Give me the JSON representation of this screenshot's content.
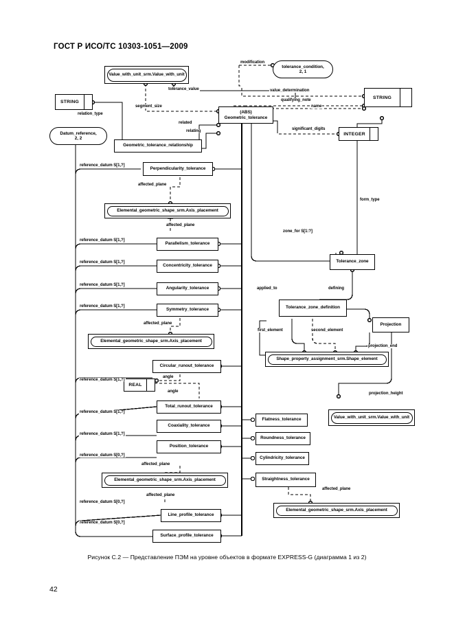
{
  "document": {
    "standard_header": "ГОСТ Р ИСО/ТС 10303-1051—2009",
    "page_number": "42",
    "figure_caption": "Рисунок  C.2 — Представление ПЭМ на уровне объектов в формате EXPRESS-G (диаграмма 1 из 2)"
  },
  "diagram": {
    "type": "EXPRESS-G entity-level diagram",
    "entities": [
      {
        "id": "value_with_unit_top",
        "label": "Value_with_unit_srm.Value_with_unit",
        "kind": "imported"
      },
      {
        "id": "string_left",
        "label": "STRING",
        "kind": "simple-type"
      },
      {
        "id": "datum_reference",
        "label": "Datum_reference,",
        "label2": "2, 2",
        "kind": "defined-type"
      },
      {
        "id": "tolerance_condition",
        "label": "tolerance_condition,",
        "label2": "2, 1",
        "kind": "defined-type"
      },
      {
        "id": "string_right",
        "label": "STRING",
        "kind": "simple-type"
      },
      {
        "id": "integer_right",
        "label": "INTEGER",
        "kind": "simple-type"
      },
      {
        "id": "geometric_tolerance",
        "label": "(ABS)",
        "label2": "Geometric_tolerance",
        "kind": "abstract-entity"
      },
      {
        "id": "geom_tol_relationship",
        "label": "Geometric_tolerance_relationship",
        "kind": "entity"
      },
      {
        "id": "perpendicularity",
        "label": "Perpendicularity_tolerance",
        "kind": "entity"
      },
      {
        "id": "axis_placement_1",
        "label": "Elemental_geometric_shape_srm.Axis_placement",
        "kind": "imported"
      },
      {
        "id": "parallelism",
        "label": "Parallelism_tolerance",
        "kind": "entity"
      },
      {
        "id": "concentricity",
        "label": "Concentricity_tolerance",
        "kind": "entity"
      },
      {
        "id": "angularity",
        "label": "Angularity_tolerance",
        "kind": "entity"
      },
      {
        "id": "symmetry",
        "label": "Symmetry_tolerance",
        "kind": "entity"
      },
      {
        "id": "axis_placement_2",
        "label": "Elemental_geometric_shape_srm.Axis_placement",
        "kind": "imported"
      },
      {
        "id": "circular_runout",
        "label": "Circular_runout_tolerance",
        "kind": "entity"
      },
      {
        "id": "real_box",
        "label": "REAL",
        "kind": "simple-type"
      },
      {
        "id": "total_runout",
        "label": "Total_runout_tolerance",
        "kind": "entity"
      },
      {
        "id": "coaxiality",
        "label": "Coaxiality_tolerance",
        "kind": "entity"
      },
      {
        "id": "position_tolerance",
        "label": "Position_tolerance",
        "kind": "entity"
      },
      {
        "id": "axis_placement_3",
        "label": "Elemental_geometric_shape_srm.Axis_placement",
        "kind": "imported"
      },
      {
        "id": "line_profile",
        "label": "Line_profile_tolerance",
        "kind": "entity"
      },
      {
        "id": "surface_profile",
        "label": "Surface_profile_tolerance",
        "kind": "entity"
      },
      {
        "id": "tolerance_zone",
        "label": "Tolerance_zone",
        "kind": "entity"
      },
      {
        "id": "tolerance_zone_def",
        "label": "Tolerance_zone_definition",
        "kind": "entity"
      },
      {
        "id": "projection",
        "label": "Projection",
        "kind": "entity"
      },
      {
        "id": "shape_element",
        "label": "Shape_property_assignment_srm.Shape_element",
        "kind": "imported"
      },
      {
        "id": "value_with_unit_bottom",
        "label": "Value_with_unit_srm.Value_with_unit",
        "kind": "imported"
      },
      {
        "id": "flatness",
        "label": "Flatness_tolerance",
        "kind": "entity"
      },
      {
        "id": "roundness",
        "label": "Roundness_tolerance",
        "kind": "entity"
      },
      {
        "id": "cylindricity",
        "label": "Cylindricity_tolerance",
        "kind": "entity"
      },
      {
        "id": "straightness",
        "label": "Straightness_tolerance",
        "kind": "entity"
      },
      {
        "id": "axis_placement_4",
        "label": "Elemental_geometric_shape_srm.Axis_placement",
        "kind": "imported"
      }
    ],
    "edge_labels": [
      {
        "id": "tolerance_value",
        "text": "tolerance_value"
      },
      {
        "id": "segment_size",
        "text": "segment_size"
      },
      {
        "id": "relation_type",
        "text": "relation_type"
      },
      {
        "id": "modification",
        "text": "modification"
      },
      {
        "id": "value_determination",
        "text": "value_determination"
      },
      {
        "id": "qualifying_note",
        "text": "qualifying_note"
      },
      {
        "id": "name",
        "text": "name"
      },
      {
        "id": "significant_digits",
        "text": "significant_digits"
      },
      {
        "id": "related",
        "text": "related"
      },
      {
        "id": "relating",
        "text": "relating"
      },
      {
        "id": "ref_datum_1",
        "text": "reference_datum S[1,?]"
      },
      {
        "id": "affected_plane_1",
        "text": "affected_plane"
      },
      {
        "id": "affected_plane_2",
        "text": "affected_plane"
      },
      {
        "id": "ref_datum_2",
        "text": "reference_datum S[1,?]"
      },
      {
        "id": "ref_datum_3",
        "text": "reference_datum S[1,?]"
      },
      {
        "id": "ref_datum_4",
        "text": "reference_datum S[1,?]"
      },
      {
        "id": "ref_datum_5",
        "text": "reference_datum S[1,?]"
      },
      {
        "id": "affected_plane_3",
        "text": "affected_plane"
      },
      {
        "id": "ref_datum_6",
        "text": "reference_datum S[1,?]"
      },
      {
        "id": "angle_1",
        "text": "angle"
      },
      {
        "id": "angle_2",
        "text": "angle"
      },
      {
        "id": "ref_datum_7",
        "text": "reference_datum S[1,?]"
      },
      {
        "id": "ref_datum_8",
        "text": "reference_datum S[1,?]"
      },
      {
        "id": "ref_datum_9",
        "text": "reference_datum S[0,?]"
      },
      {
        "id": "affected_plane_4",
        "text": "affected_plane"
      },
      {
        "id": "affected_plane_5",
        "text": "affected_plane"
      },
      {
        "id": "ref_datum_10",
        "text": "reference_datum S[0,?]"
      },
      {
        "id": "ref_datum_11",
        "text": "reference_datum S[0,?]"
      },
      {
        "id": "form_type",
        "text": "form_type"
      },
      {
        "id": "zone_for",
        "text": "zone_for S[1:?]"
      },
      {
        "id": "applied_to",
        "text": "applied_to"
      },
      {
        "id": "defining",
        "text": "defining"
      },
      {
        "id": "first_element",
        "text": "first_element"
      },
      {
        "id": "second_element",
        "text": "second_element"
      },
      {
        "id": "projection_end",
        "text": "projection_end"
      },
      {
        "id": "projection_height",
        "text": "projection_height"
      },
      {
        "id": "affected_plane_6",
        "text": "affected_plane"
      }
    ],
    "colors": {
      "ink": "#000000",
      "paper": "#ffffff"
    }
  }
}
